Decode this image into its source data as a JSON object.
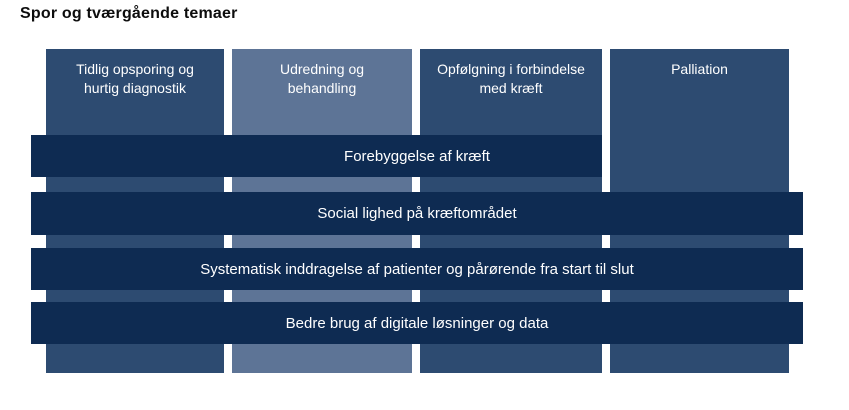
{
  "title": "Spor og tværgående temaer",
  "colors": {
    "theme_bar": "#0e2b52",
    "column_dark": "#2d4b71",
    "column_light": "#5d7496",
    "label_text": "#ffffff",
    "title_text": "#0d0d0d",
    "background": "#ffffff"
  },
  "columns": [
    {
      "label": "Tidlig opsporing og hurtig diagnostik",
      "tone": "dark"
    },
    {
      "label": "Udredning og behandling",
      "tone": "light"
    },
    {
      "label": "Opfølgning i forbindelse med kræft",
      "tone": "dark"
    },
    {
      "label": "Palliation",
      "tone": "dark"
    }
  ],
  "themes": [
    {
      "label": "Forebyggelse af kræft",
      "span": "columns-1-to-3"
    },
    {
      "label": "Social lighed på kræftområdet",
      "span": "full-width"
    },
    {
      "label": "Systematisk inddragelse af patienter og pårørende fra start til slut",
      "span": "full-width"
    },
    {
      "label": "Bedre brug af digitale løsninger og data",
      "span": "full-width"
    }
  ]
}
